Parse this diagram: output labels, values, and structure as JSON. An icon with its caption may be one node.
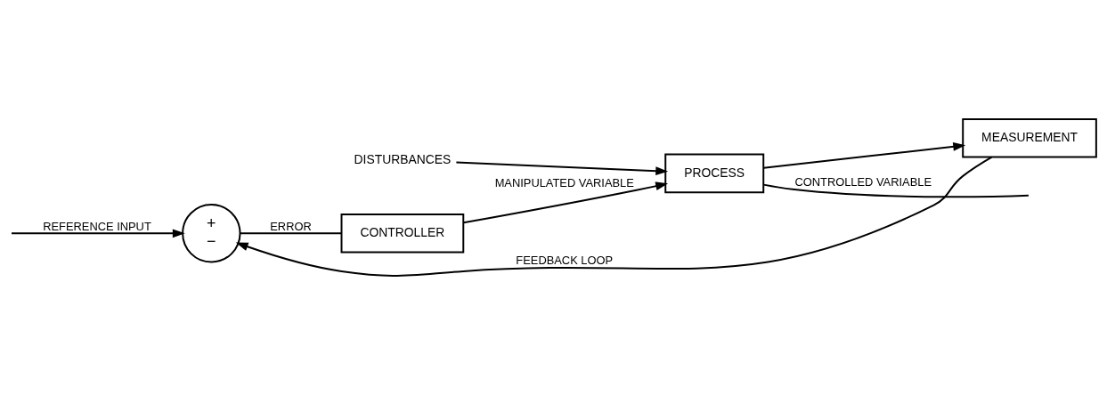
{
  "diagram": {
    "nodes": [
      {
        "text": [
          "+",
          "−"
        ]
      },
      {
        "text": [
          "CONTROLLER"
        ]
      },
      {
        "text": [
          "PROCESS"
        ]
      },
      {
        "text": [
          "MEASUREMENT"
        ]
      },
      {
        "text": [
          "DISTURBANCES"
        ]
      }
    ],
    "edges": [
      {
        "from": null,
        "to": 0,
        "arrow": "to",
        "label": "REFERENCE INPUT"
      },
      {
        "from": 0,
        "to": 1,
        "arrow": "none",
        "label": "ERROR"
      },
      {
        "from": 1,
        "to": 2,
        "arrow": "to",
        "label": "MANIPULATED VARIABLE"
      },
      {
        "from": 4,
        "to": 2,
        "arrow": "to"
      },
      {
        "from": 2,
        "to": null,
        "arrow": "none",
        "label": "CONTROLLED VARIABLE"
      },
      {
        "from": 2,
        "to": 3,
        "arrow": "to"
      },
      {
        "from": 3,
        "to": 0,
        "arrow": "to",
        "label": "FEEDBACK LOOP"
      }
    ]
  }
}
